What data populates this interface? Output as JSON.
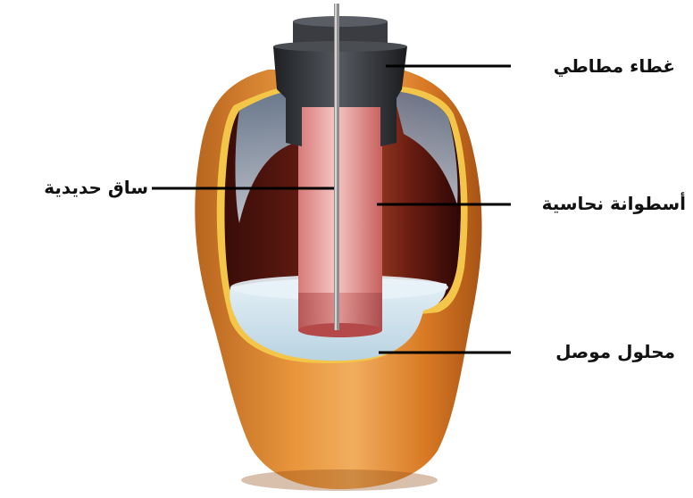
{
  "labels": {
    "rubber_cap": "غطاء مطاطي",
    "iron_rod": "ساق حديدية",
    "copper_cylinder": "أسطوانة نحاسية",
    "conducting_solution": "محلول موصل"
  },
  "colors": {
    "jar_outer": "#d9822b",
    "jar_highlight": "#f2a85a",
    "jar_shadow": "#8e4a12",
    "jar_rim": "#f3c64a",
    "interior_dark": "#5e1a12",
    "interior_blue": "#9fb6c8",
    "solution": "#d7e8f1",
    "copper_light": "#f5b8b6",
    "copper_dark": "#c9605e",
    "cap": "#2b2d31",
    "rod": "#9a9a9a",
    "leader": "#000000"
  }
}
